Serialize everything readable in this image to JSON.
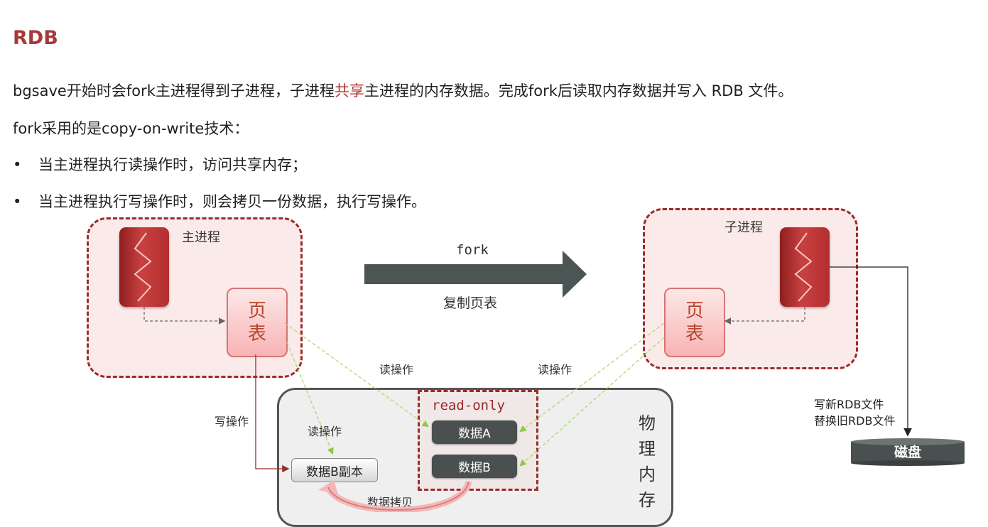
{
  "title": "RDB",
  "intro": {
    "part1": "bgsave开始时会fork主进程得到子进程，子进程",
    "highlight": "共享",
    "part2": "主进程的内存数据。完成fork后读取内存数据并写入 RDB 文件。"
  },
  "fork_line": "fork采用的是copy-on-write技术：",
  "bullets": [
    "当主进程执行读操作时，访问共享内存；",
    "当主进程执行写操作时，则会拷贝一份数据，执行写操作。"
  ],
  "bullet_symbol": "•",
  "diagram": {
    "main_process": "主进程",
    "child_process": "子进程",
    "page_table_line1": "页",
    "page_table_line2": "表",
    "fork_label": "fork",
    "copy_page_table": "复制页表",
    "read_op": "读操作",
    "write_op": "写操作",
    "read_only": "read-only",
    "data_a": "数据A",
    "data_b": "数据B",
    "data_b_copy": "数据B副本",
    "data_copy": "数据拷贝",
    "physical_memory": [
      "物",
      "理",
      "内",
      "存"
    ],
    "write_note_line1": "写新RDB文件",
    "write_note_line2": "替换旧RDB文件",
    "disk": "磁盘"
  },
  "colors": {
    "accent": "#a53a3a",
    "highlight": "#b0302e",
    "dashed_border": "#9a2b2b",
    "data_box": "#4a4f4f",
    "arrow": "#4b5554"
  }
}
